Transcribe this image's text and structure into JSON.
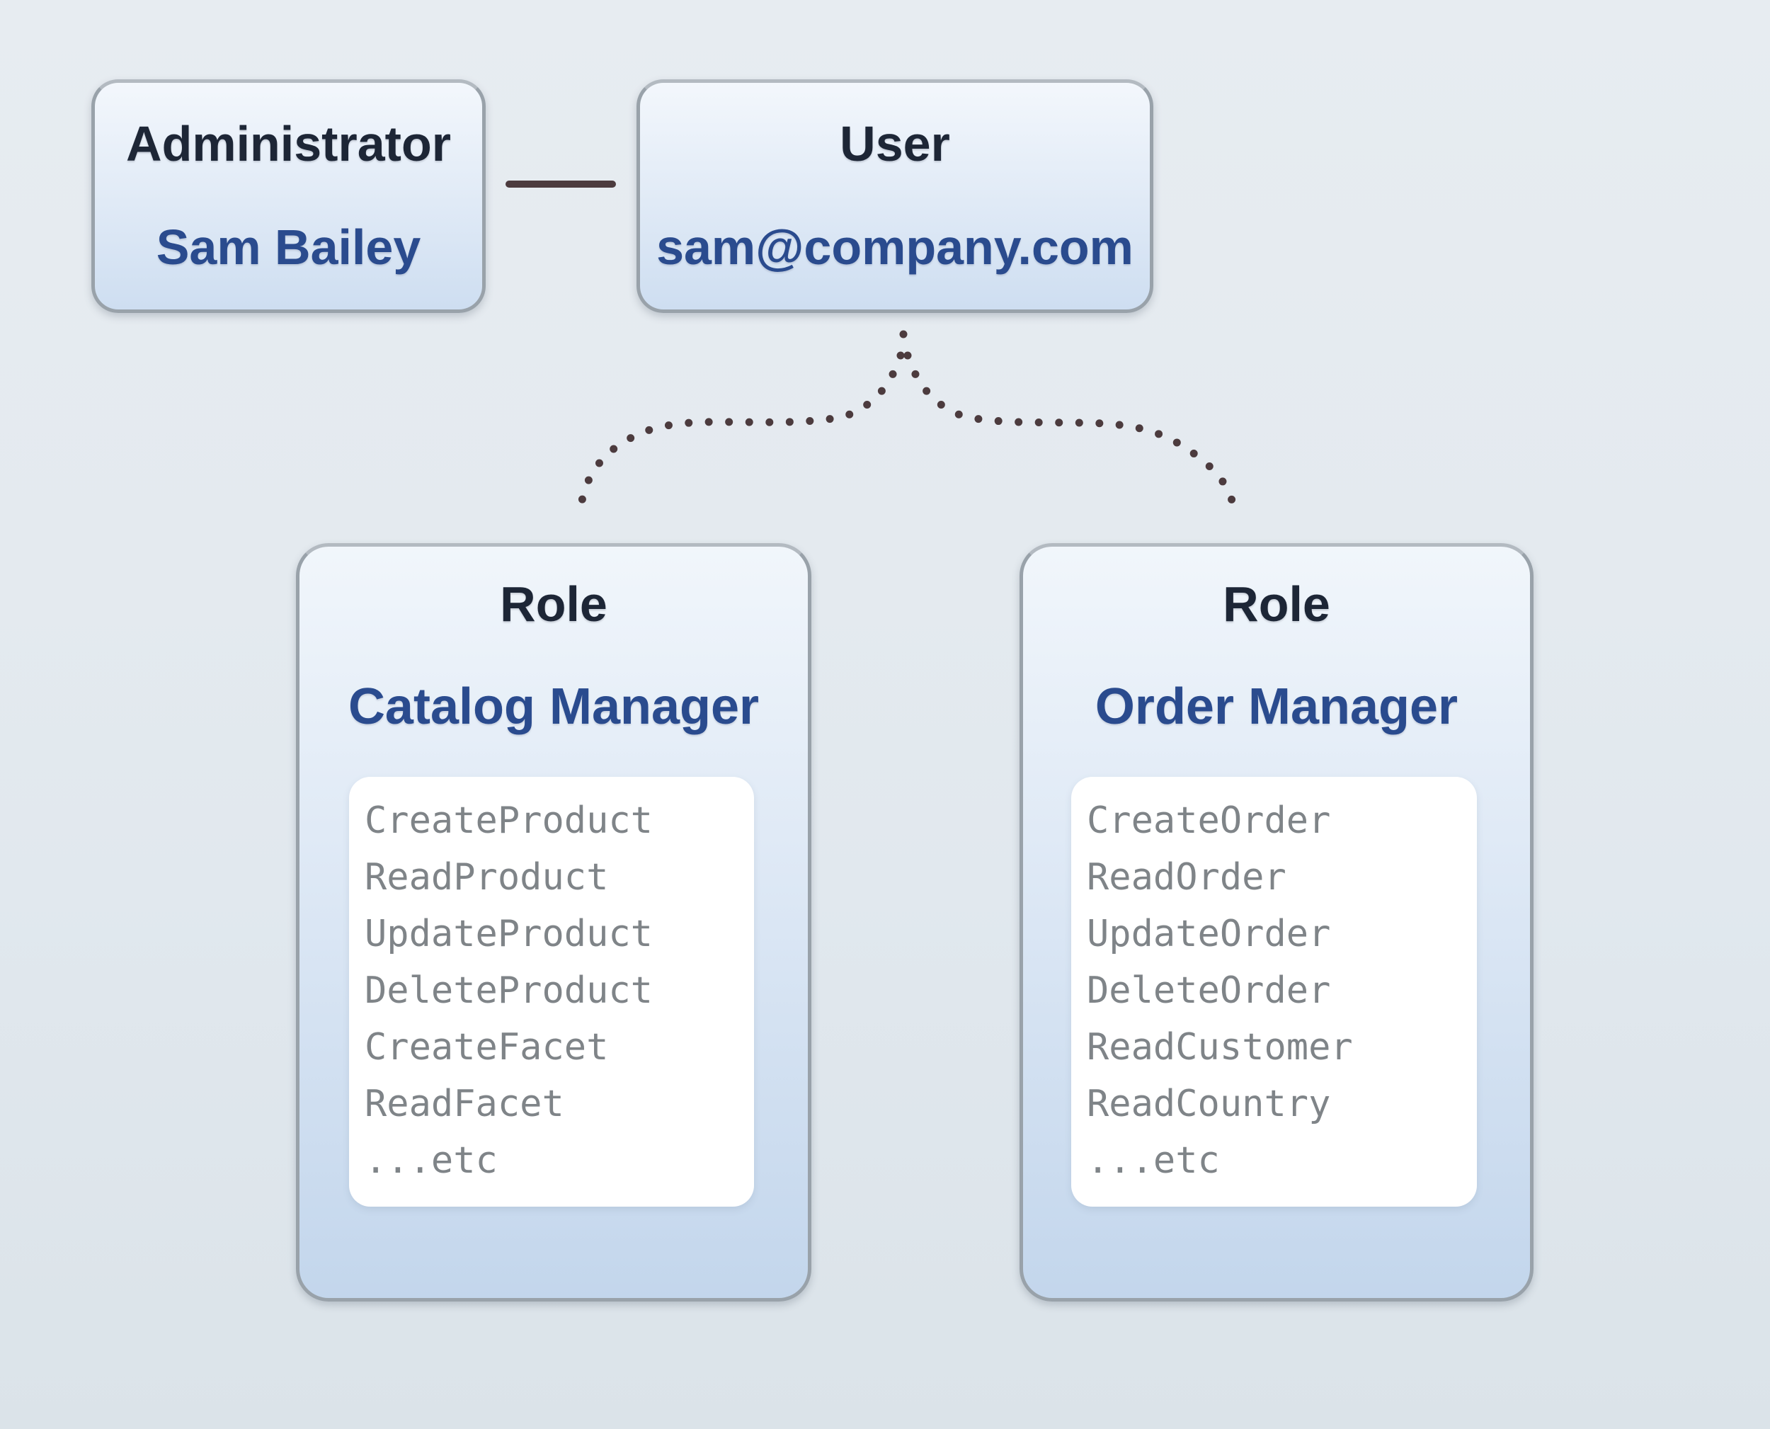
{
  "nodes": {
    "admin": {
      "title": "Administrator",
      "value": "Sam Bailey"
    },
    "user": {
      "title": "User",
      "value": "sam@company.com"
    },
    "role_left": {
      "title": "Role",
      "value": "Catalog Manager",
      "permissions": [
        "CreateProduct",
        "ReadProduct",
        "UpdateProduct",
        "DeleteProduct",
        "CreateFacet",
        "ReadFacet",
        "...etc"
      ]
    },
    "role_right": {
      "title": "Role",
      "value": "Order Manager",
      "permissions": [
        "CreateOrder",
        "ReadOrder",
        "UpdateOrder",
        "DeleteOrder",
        "ReadCustomer",
        "ReadCountry",
        "...etc"
      ]
    }
  },
  "colors": {
    "background_top": "#e7ecf1",
    "background_bottom": "#dbe3e9",
    "box_border": "#99a2aa",
    "box_fill_top": "#f3f7fc",
    "box_fill_bottom": "#c3d6ec",
    "panel_fill": "#ffffff",
    "heading_dark": "#1d2636",
    "heading_blue": "#2a4b8e",
    "permission_gray": "#7f8488",
    "connector_brown": "#4c3b3e"
  }
}
